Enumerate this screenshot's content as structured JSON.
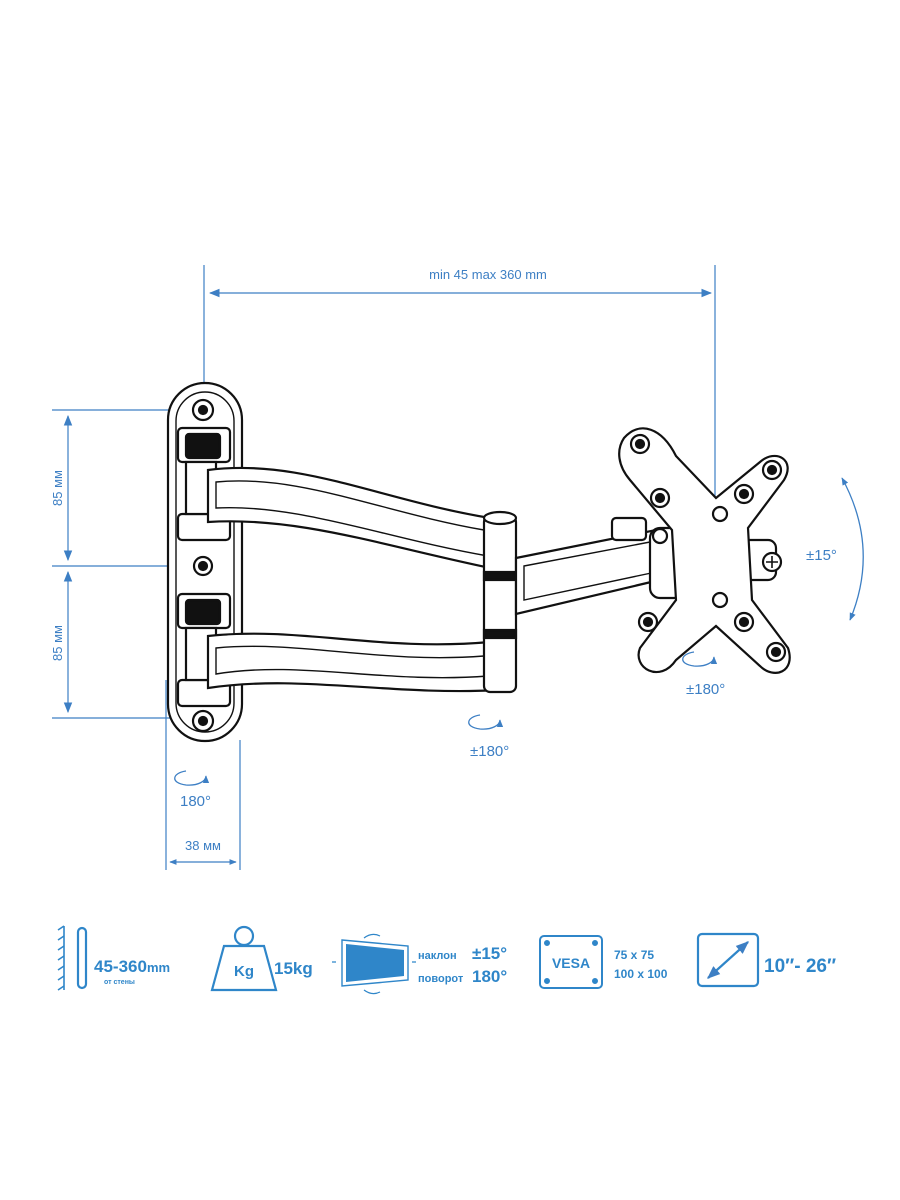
{
  "dimensions": {
    "reach": "min 45 max 360 mm",
    "upper_pitch": "85 мм",
    "lower_pitch": "85 мм",
    "plate_width": "38 мм"
  },
  "rotations": {
    "tilt": "±15°",
    "head_swivel": "±180°",
    "arm_swivel": "±180°",
    "wall_swivel": "180°"
  },
  "specs": {
    "distance_value": "45-360",
    "distance_unit": "mm",
    "distance_note": "от стены",
    "load_icon_text": "Kg",
    "load_value": "15kg",
    "tilt_label": "наклон",
    "tilt_value": "±15°",
    "swivel_label": "поворот",
    "swivel_value": "180°",
    "vesa_label": "VESA",
    "vesa_size_1": "75 x 75",
    "vesa_size_2": "100 x 100",
    "screen_size": "10″- 26″"
  },
  "colors": {
    "accent": "#3d7fc4",
    "outline": "#111111"
  }
}
